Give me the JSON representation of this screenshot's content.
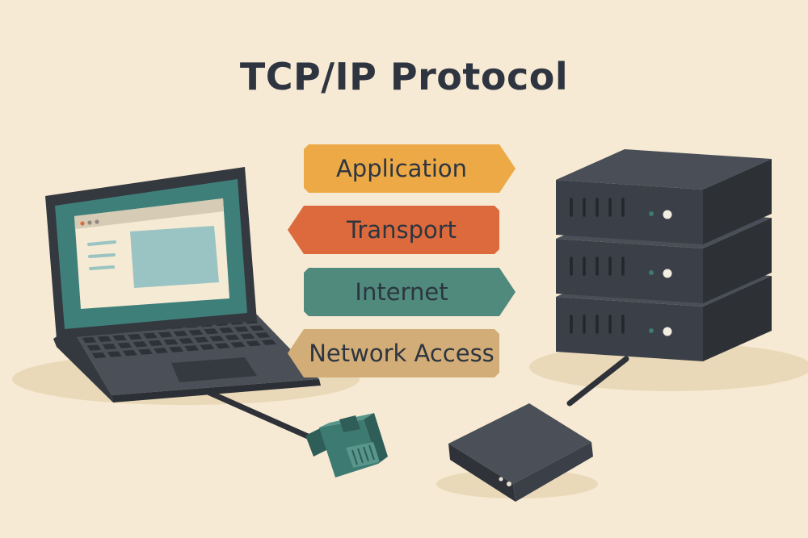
{
  "title": "TCP/IP Protocol",
  "colors": {
    "background": "#f6ead4",
    "application": "#eca945",
    "transport": "#dd6a3c",
    "internet": "#4f8a7d",
    "network_access": "#d3ad77",
    "device_dark": "#3b3f47",
    "screen": "#3f7f7a",
    "connector": "#3d7a72"
  },
  "layers": [
    {
      "label": "Application",
      "direction": "right"
    },
    {
      "label": "Transport",
      "direction": "left"
    },
    {
      "label": "Internet",
      "direction": "right"
    },
    {
      "label": "Network Access",
      "direction": "left"
    }
  ],
  "icons": [
    "laptop-icon",
    "ethernet-plug-icon",
    "server-stack-icon",
    "router-icon"
  ]
}
